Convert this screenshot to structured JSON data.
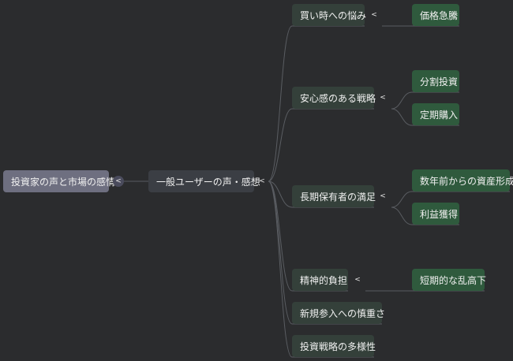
{
  "colors": {
    "background": "#2b2c2e",
    "root": "#6e6f80",
    "level1": "#3b3e44",
    "level2": "#34403a",
    "level3": "#2f5a3d",
    "edge": "#5a5d62"
  },
  "collapse_glyph": "<",
  "root": {
    "label": "投資家の声と市場の感情"
  },
  "level1": {
    "label": "一般ユーザーの声・感想"
  },
  "branches": [
    {
      "label": "買い時への悩み",
      "children": [
        "価格急騰"
      ]
    },
    {
      "label": "安心感のある戦略",
      "children": [
        "分割投資",
        "定期購入"
      ]
    },
    {
      "label": "長期保有者の満足",
      "children": [
        "数年前からの資産形成",
        "利益獲得"
      ]
    },
    {
      "label": "精神的負担",
      "children": [
        "短期的な乱高下"
      ]
    },
    {
      "label": "新規参入への慎重さ",
      "children": []
    },
    {
      "label": "投資戦略の多様性",
      "children": []
    }
  ]
}
